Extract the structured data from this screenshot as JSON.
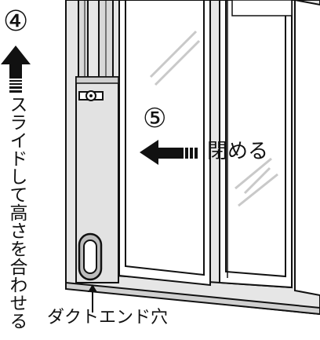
{
  "steps": {
    "slide_step": "④",
    "close_step": "⑤"
  },
  "labels": {
    "slide_instruction": "スライドして高さを合わせる",
    "close_instruction": "閉める",
    "duct_hole": "ダクトエンド穴"
  },
  "icons": {
    "up_arrow": "up-arrow-icon",
    "left_arrow": "left-arrow-icon",
    "lock": "lock-icon"
  },
  "colors": {
    "frame_fill": "#e6e6e6",
    "outline": "#111111",
    "glass": "#ffffff",
    "shadow": "#bdbdbd"
  }
}
